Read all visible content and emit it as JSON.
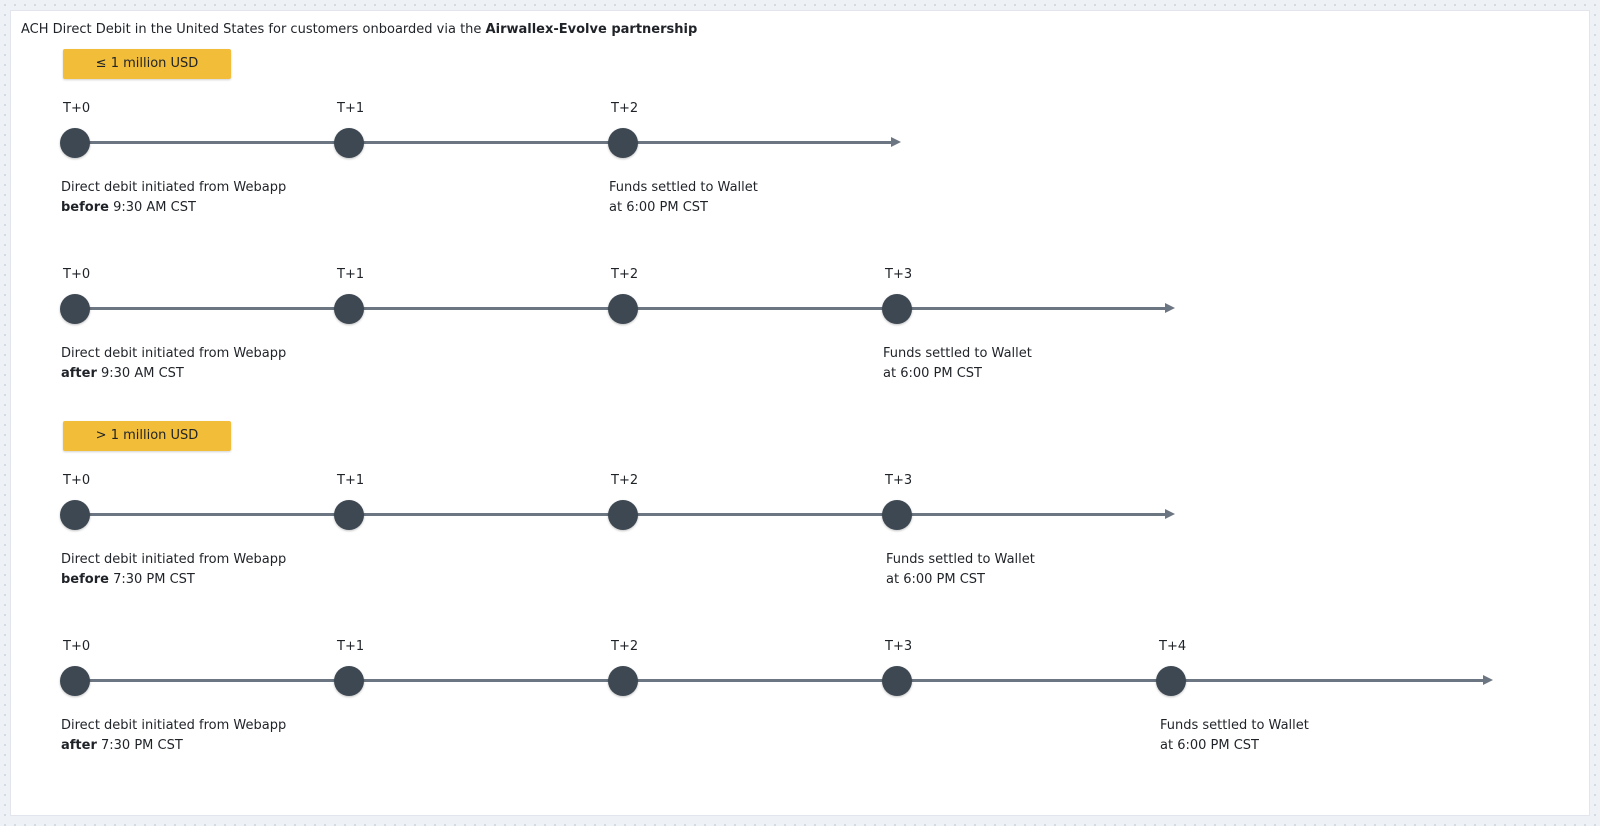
{
  "title": {
    "prefix": "ACH Direct Debit in the United States for customers onboarded via the ",
    "bold": "Airwallex-Evolve partnership"
  },
  "groups": [
    {
      "badge": "≤ 1 million USD",
      "timelines": [
        {
          "ticks": [
            "T+0",
            "T+1",
            "T+2"
          ],
          "start": {
            "line1": "Direct debit initiated from Webapp",
            "bold": "before",
            "rest": " 9:30 AM CST"
          },
          "end": {
            "line1": "Funds settled to Wallet",
            "line2": "at 6:00 PM CST"
          }
        },
        {
          "ticks": [
            "T+0",
            "T+1",
            "T+2",
            "T+3"
          ],
          "start": {
            "line1": "Direct debit initiated from Webapp",
            "bold": "after",
            "rest": " 9:30 AM CST"
          },
          "end": {
            "line1": "Funds settled to Wallet",
            "line2": "at 6:00 PM CST"
          }
        }
      ]
    },
    {
      "badge": "> 1 million USD",
      "timelines": [
        {
          "ticks": [
            "T+0",
            "T+1",
            "T+2",
            "T+3"
          ],
          "start": {
            "line1": "Direct debit initiated from Webapp",
            "bold": "before",
            "rest": " 7:30 PM CST"
          },
          "end": {
            "line1": "Funds settled to Wallet",
            "line2": "at 6:00 PM CST"
          }
        },
        {
          "ticks": [
            "T+0",
            "T+1",
            "T+2",
            "T+3",
            "T+4"
          ],
          "start": {
            "line1": "Direct debit initiated from Webapp",
            "bold": "after",
            "rest": " 7:30 PM CST"
          },
          "end": {
            "line1": "Funds settled to Wallet",
            "line2": "at 6:00 PM CST"
          }
        }
      ]
    }
  ],
  "colors": {
    "badge": "#f2bd38",
    "node": "#3d4852",
    "line": "#6b7682"
  }
}
